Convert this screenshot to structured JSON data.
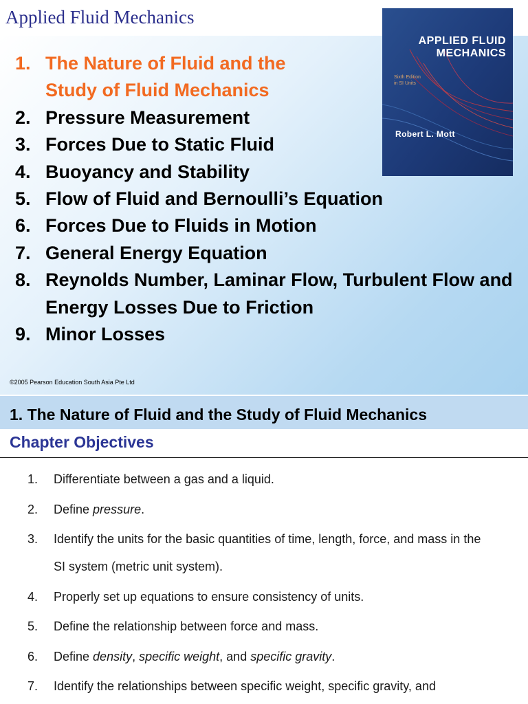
{
  "slide1": {
    "title": "Applied Fluid Mechanics",
    "toc": [
      {
        "num": "1.",
        "text": "The Nature of Fluid and the Study of Fluid Mechanics",
        "active": true
      },
      {
        "num": "2.",
        "text": "Pressure Measurement"
      },
      {
        "num": "3.",
        "text": "Forces Due to Static Fluid"
      },
      {
        "num": "4.",
        "text": "Buoyancy and Stability"
      },
      {
        "num": "5.",
        "text": "Flow of Fluid and Bernoulli’s Equation"
      },
      {
        "num": "6.",
        "text": "Forces Due to Fluids in Motion"
      },
      {
        "num": "7.",
        "text": "General Energy Equation"
      },
      {
        "num": "8.",
        "text": "Reynolds Number, Laminar Flow, Turbulent Flow and Energy Losses Due to Friction"
      },
      {
        "num": "9.",
        "text": "Minor Losses"
      }
    ],
    "copyright": "©2005 Pearson Education South Asia Pte Ltd",
    "cover": {
      "title_line1": "APPLIED FLUID",
      "title_line2": "MECHANICS",
      "edition_line1": "Sixth Edition",
      "edition_line2": "in SI Units",
      "author": "Robert L. Mott"
    }
  },
  "slide2": {
    "banner": "1. The Nature of Fluid and the Study of Fluid Mechanics",
    "subtitle": "Chapter Objectives",
    "objectives": [
      {
        "num": "1.",
        "text": "Differentiate between a gas and a liquid."
      },
      {
        "num": "2.",
        "text": "Define pressure."
      },
      {
        "num": "3.",
        "text": "Identify the units for the basic quantities of time, length, force, and mass in the SI system (metric unit system)."
      },
      {
        "num": "4.",
        "text": "Properly set up equations to ensure consistency of units."
      },
      {
        "num": "5.",
        "text": "Define the relationship between force and mass."
      },
      {
        "num": "6.",
        "text": "Define density, specific weight, and specific gravity."
      },
      {
        "num": "7.",
        "text": "Identify the relationships between specific weight, specific gravity, and"
      }
    ]
  },
  "colors": {
    "title_navy": "#2b2f8c",
    "active_orange": "#f26a21",
    "banner_blue": "#c0daf1",
    "subtitle_blue": "#2b3595",
    "cover_blue": "#1f3d7a"
  }
}
